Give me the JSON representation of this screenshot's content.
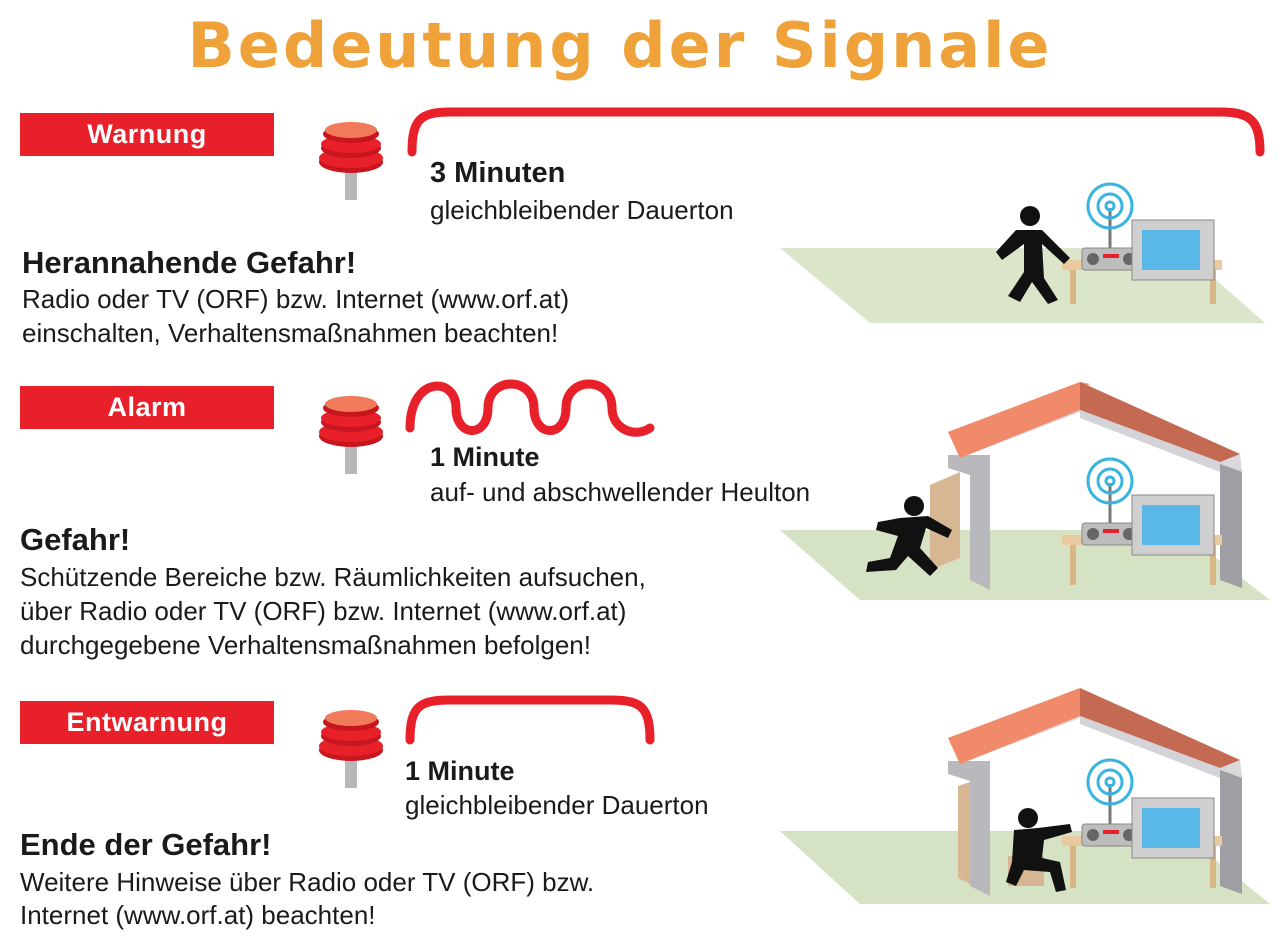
{
  "title": "Bedeutung der Signale",
  "sections": [
    {
      "badge": "Warnung",
      "duration": "3 Minuten",
      "tone": "gleichbleibender Dauerton",
      "heading": "Herannahende Gefahr!",
      "lines": [
        "Radio oder TV (ORF) bzw. Internet (www.orf.at)",
        "einschalten, Verhaltensmaßnahmen beachten!"
      ]
    },
    {
      "badge": "Alarm",
      "duration": "1 Minute",
      "tone": "auf- und abschwellender Heulton",
      "heading": "Gefahr!",
      "lines": [
        "Schützende Bereiche bzw. Räumlichkeiten aufsuchen,",
        "über Radio oder TV (ORF) bzw. Internet (www.orf.at)",
        "durchgegebene Verhaltensmaßnahmen befolgen!"
      ]
    },
    {
      "badge": "Entwarnung",
      "duration": "1 Minute",
      "tone": "gleichbleibender Dauerton",
      "heading": "Ende der Gefahr!",
      "lines": [
        "Weitere Hinweise über Radio oder TV (ORF) bzw.",
        "Internet (www.orf.at) beachten!"
      ]
    }
  ],
  "colors": {
    "title": "#f0a23a",
    "badge": "#e8202a",
    "signal": "#e8202a",
    "roof": "#f08a6a",
    "floor": "#d6e2c4"
  },
  "icons": [
    "siren-icon",
    "signal-curve-icon",
    "person-icon",
    "radio-icon",
    "tv-icon",
    "house-icon"
  ]
}
